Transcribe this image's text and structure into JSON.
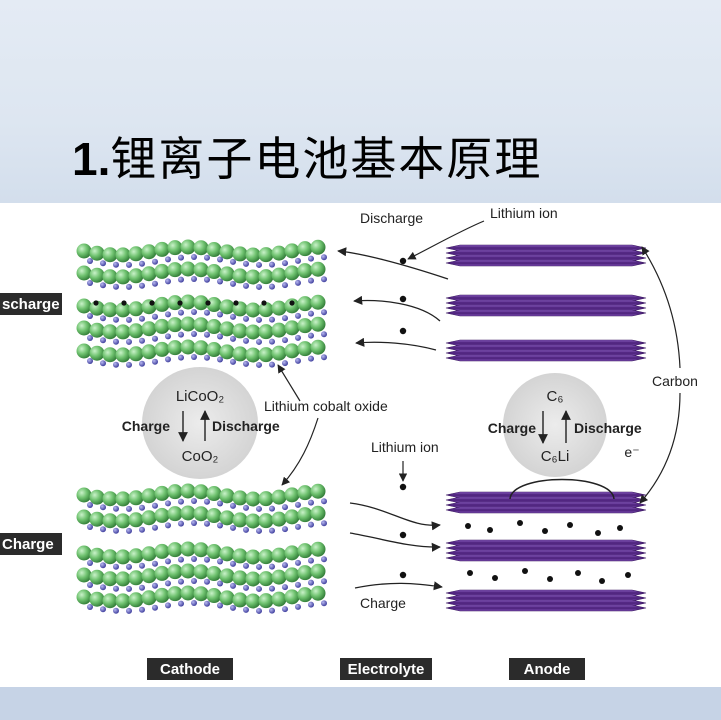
{
  "slide": {
    "title_number": "1.",
    "title_text": "锂离子电池基本原理"
  },
  "diagram": {
    "side_tag_top": "scharge",
    "side_tag_bottom": "Charge",
    "bottom_tags": {
      "cathode": "Cathode",
      "electrolyte": "Electrolyte",
      "anode": "Anode"
    },
    "top_arrow_label": "Discharge",
    "top_ion_label": "Lithium ion",
    "middle_ion_label": "Lithium ion",
    "bottom_arrow_label": "Charge",
    "cathode_pointer_label": "Lithium cobalt oxide",
    "anode_pointer_label": "Carbon",
    "electron_label": "e⁻",
    "cathode_reaction": {
      "top": "LiCoO₂",
      "bottom": "CoO₂",
      "left": "Charge",
      "right": "Discharge"
    },
    "anode_reaction": {
      "top": "C₆",
      "bottom": "C₆Li",
      "left": "Charge",
      "right": "Discharge"
    },
    "colors": {
      "sphere_green": "#6fc26f",
      "cobalt_blue": "#5a5ab8",
      "graphite_purple": "#5b2a86",
      "tag_bg": "#2b2b2b",
      "circle_grey": "#d9d9d9"
    }
  }
}
